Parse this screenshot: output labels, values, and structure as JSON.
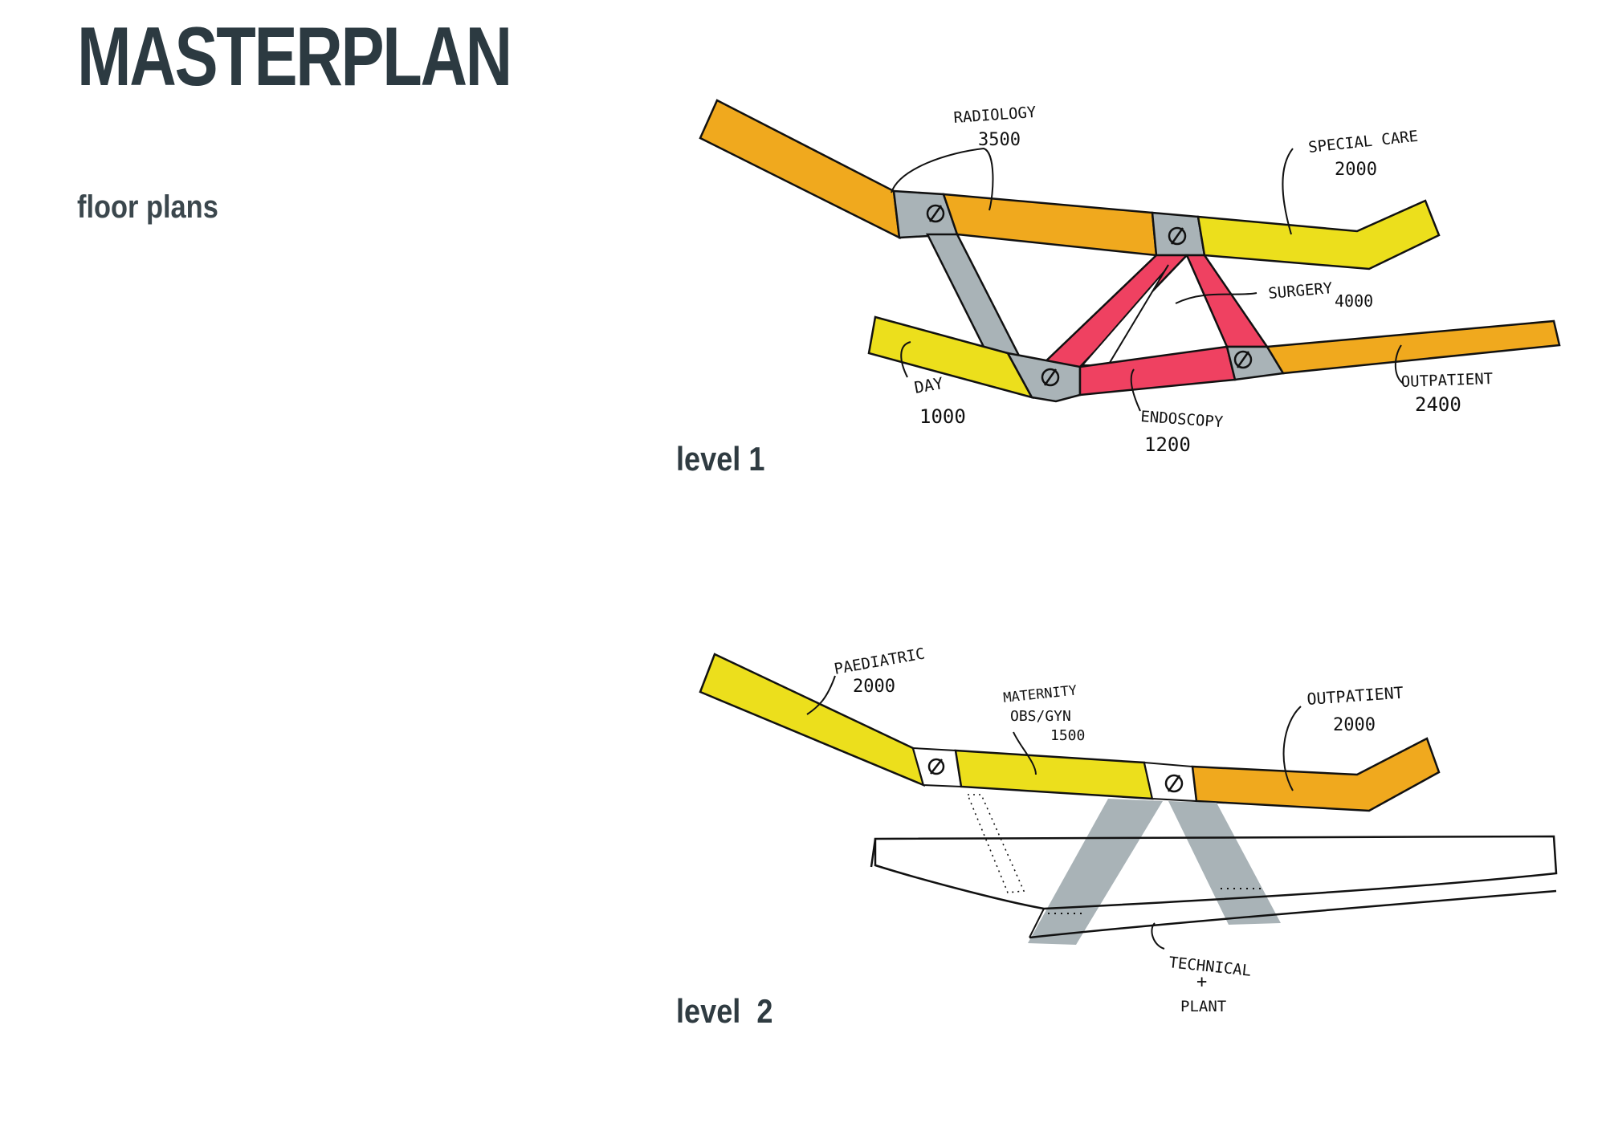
{
  "page": {
    "title": "MASTERPLAN",
    "subtitle": "floor plans"
  },
  "colors": {
    "title": "#2c3a41",
    "orange": "#f0a91e",
    "yellow": "#ecdf1c",
    "red": "#ef4161",
    "grey": "#a9b3b7",
    "line": "#111111"
  },
  "level1": {
    "label": "level 1",
    "zones": [
      {
        "name": "RADIOLOGY",
        "value": "3500",
        "color": "orange"
      },
      {
        "name": "SPECIAL CARE",
        "value": "2000",
        "color": "yellow"
      },
      {
        "name": "SURGERY",
        "value": "4000",
        "color": "red"
      },
      {
        "name": "DAY",
        "value": "1000",
        "color": "yellow"
      },
      {
        "name": "ENDOSCOPY",
        "value": "1200",
        "color": "red"
      },
      {
        "name": "OUTPATIENT",
        "value": "2400",
        "color": "orange"
      }
    ]
  },
  "level2": {
    "label": "level  2",
    "zones": [
      {
        "name": "PAEDIATRIC",
        "value": "2000",
        "color": "yellow"
      },
      {
        "name": "MATERNITY",
        "sub": "OBS/GYN",
        "value": "1500",
        "color": "yellow"
      },
      {
        "name": "OUTPATIENT",
        "value": "2000",
        "color": "orange"
      },
      {
        "name": "TECHNICAL",
        "sub": "+",
        "value": "PLANT",
        "color": "white"
      }
    ]
  }
}
